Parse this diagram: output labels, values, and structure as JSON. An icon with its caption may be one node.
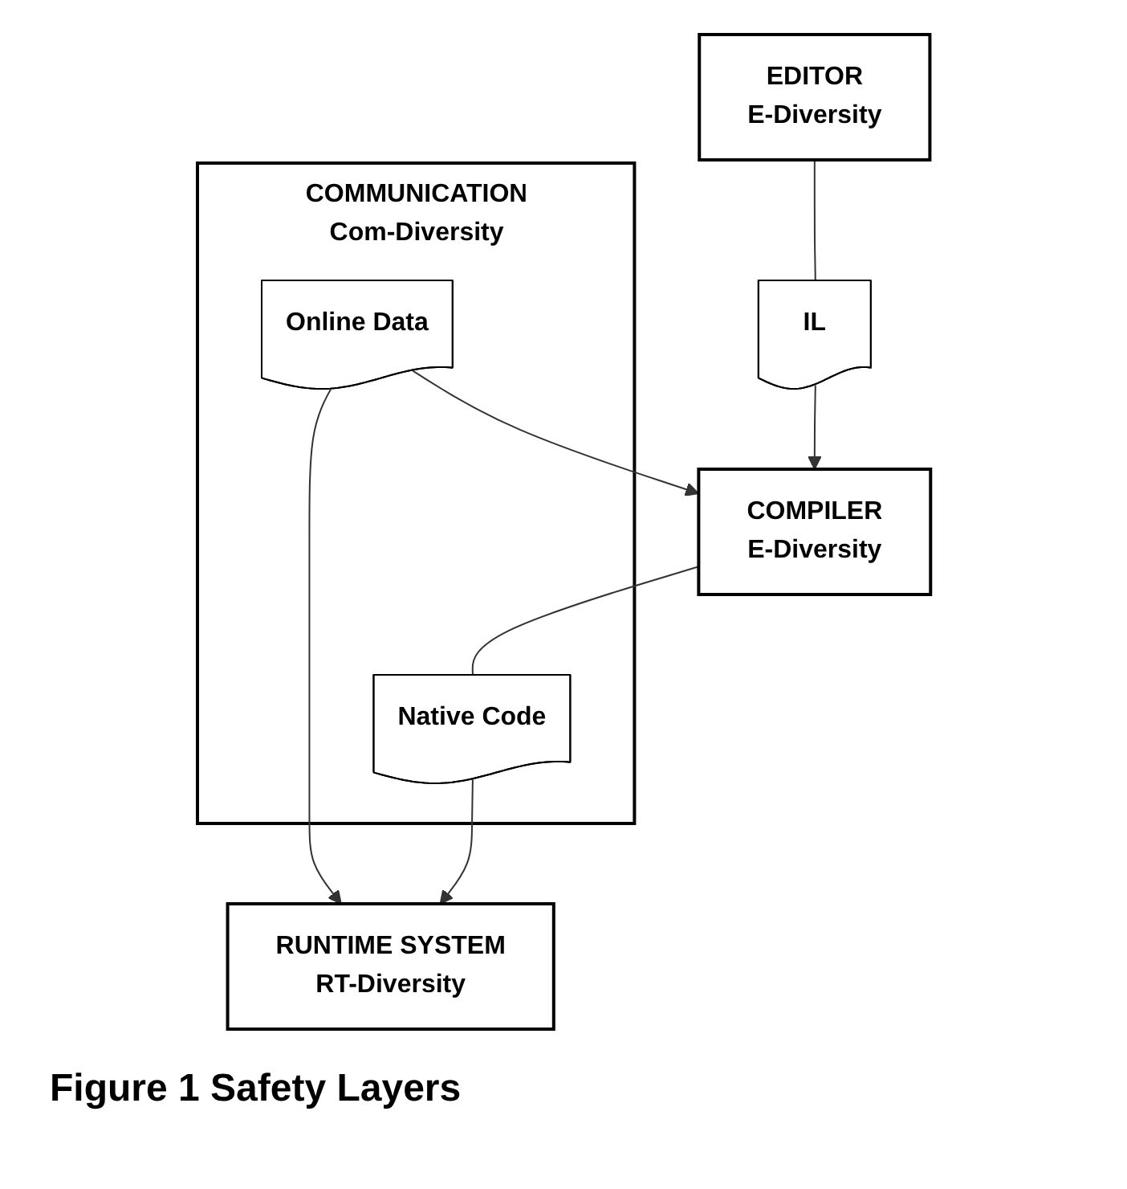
{
  "diagram": {
    "caption": "Figure 1 Safety Layers",
    "nodes": [
      {
        "text": [
          "EDITOR",
          "E-Diversity"
        ]
      },
      {
        "text": [
          "IL"
        ]
      },
      {
        "text": [
          "COMPILER",
          "E-Diversity"
        ]
      },
      {
        "text": [
          "COMMUNICATION",
          "Com-Diversity"
        ]
      },
      {
        "text": [
          "Online Data"
        ],
        "in": 3
      },
      {
        "text": [
          "Native Code"
        ],
        "in": 3
      },
      {
        "text": [
          "RUNTIME SYSTEM",
          "RT-Diversity"
        ]
      }
    ],
    "edges": [
      {
        "from": 0,
        "to": 1,
        "arrow": "none"
      },
      {
        "from": 1,
        "to": 2,
        "arrow": "to"
      },
      {
        "from": 4,
        "to": 2,
        "arrow": "to"
      },
      {
        "from": 2,
        "to": 5,
        "arrow": "none"
      },
      {
        "from": 4,
        "to": 6,
        "arrow": "to"
      },
      {
        "from": 5,
        "to": 6,
        "arrow": "to"
      }
    ]
  }
}
